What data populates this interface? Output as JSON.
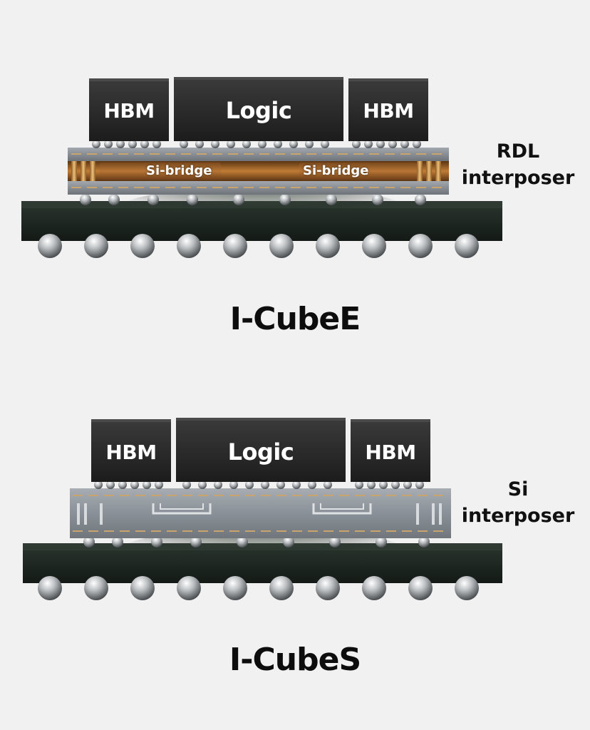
{
  "top": {
    "chips": {
      "hbm_left": "HBM",
      "logic": "Logic",
      "hbm_right": "HBM"
    },
    "bridges": {
      "left": "Si-bridge",
      "right": "Si-bridge"
    },
    "side_label": {
      "line1": "RDL",
      "line2": "interposer"
    },
    "title": "I-CubeE"
  },
  "bottom": {
    "chips": {
      "hbm_left": "HBM",
      "logic": "Logic",
      "hbm_right": "HBM"
    },
    "side_label": {
      "line1": "Si",
      "line2": "interposer"
    },
    "title": "I-CubeS"
  },
  "colors": {
    "chip": "#2a2a2a",
    "substrate": "#1c241f",
    "interposer": "#8a9097",
    "bridge": "#a8672a",
    "background": "#f1f1f1"
  }
}
